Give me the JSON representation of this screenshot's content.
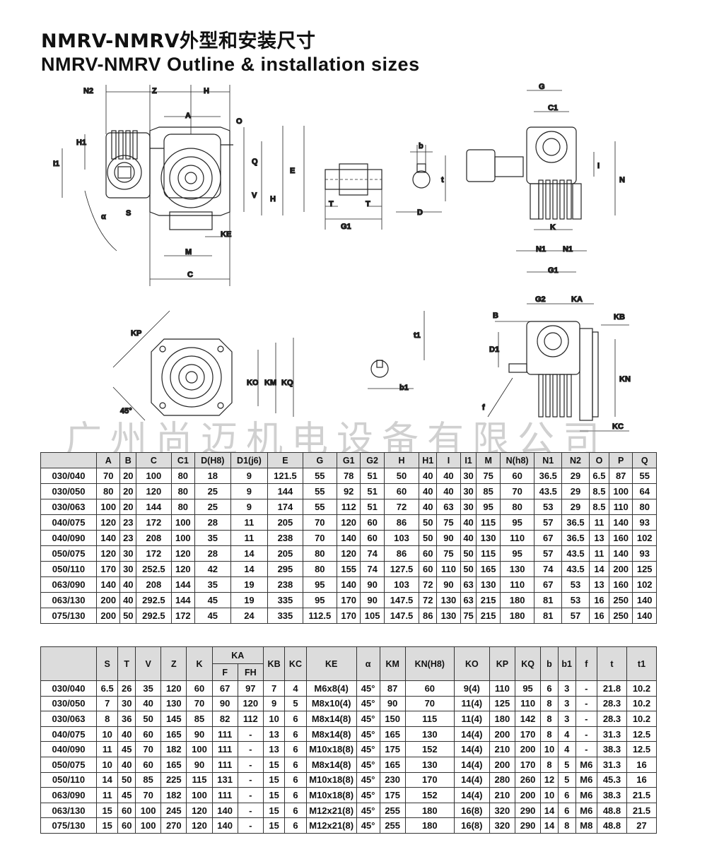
{
  "title": {
    "cn": "NMRV-NMRV外型和安装尺寸",
    "en": "NMRV-NMRV Outline & installation sizes"
  },
  "drawing_labels": {
    "N2": "N2",
    "Z": "Z",
    "H": "H",
    "A": "A",
    "O": "O",
    "H1": "H1",
    "I1": "I1",
    "Q": "Q",
    "E": "E",
    "V": "V",
    "H_side": "H",
    "S": "S",
    "alpha": "α",
    "KE": "KE",
    "M": "M",
    "C": "C",
    "T1": "T",
    "T2": "T",
    "G1_shaft": "G1",
    "b": "b",
    "t": "t",
    "D": "D",
    "G": "G",
    "C1": "C1",
    "I": "I",
    "N": "N",
    "K": "K",
    "N1a": "N1",
    "N1b": "N1",
    "G1_side": "G1",
    "KP": "KP",
    "deg45": "45°",
    "KO": "KO",
    "KM": "KM",
    "KQ": "KQ",
    "t1": "t1",
    "b1": "b1",
    "B": "B",
    "G2": "G2",
    "KA": "KA",
    "KB": "KB",
    "D1": "D1",
    "KN": "KN",
    "f": "f",
    "KC": "KC"
  },
  "watermark": "广州尚迈机电设备有限公司",
  "table1": {
    "headers": [
      "",
      "A",
      "B",
      "C",
      "C1",
      "D(H8)",
      "D1(j6)",
      "E",
      "G",
      "G1",
      "G2",
      "H",
      "H1",
      "I",
      "I1",
      "M",
      "N(h8)",
      "N1",
      "N2",
      "O",
      "P",
      "Q"
    ],
    "rows": [
      [
        "030/040",
        "70",
        "20",
        "100",
        "80",
        "18",
        "9",
        "121.5",
        "55",
        "78",
        "51",
        "50",
        "40",
        "40",
        "30",
        "75",
        "60",
        "36.5",
        "29",
        "6.5",
        "87",
        "55"
      ],
      [
        "030/050",
        "80",
        "20",
        "120",
        "80",
        "25",
        "9",
        "144",
        "55",
        "92",
        "51",
        "60",
        "40",
        "40",
        "30",
        "85",
        "70",
        "43.5",
        "29",
        "8.5",
        "100",
        "64"
      ],
      [
        "030/063",
        "100",
        "20",
        "144",
        "80",
        "25",
        "9",
        "174",
        "55",
        "112",
        "51",
        "72",
        "40",
        "63",
        "30",
        "95",
        "80",
        "53",
        "29",
        "8.5",
        "110",
        "80"
      ],
      [
        "040/075",
        "120",
        "23",
        "172",
        "100",
        "28",
        "11",
        "205",
        "70",
        "120",
        "60",
        "86",
        "50",
        "75",
        "40",
        "115",
        "95",
        "57",
        "36.5",
        "11",
        "140",
        "93"
      ],
      [
        "040/090",
        "140",
        "23",
        "208",
        "100",
        "35",
        "11",
        "238",
        "70",
        "140",
        "60",
        "103",
        "50",
        "90",
        "40",
        "130",
        "110",
        "67",
        "36.5",
        "13",
        "160",
        "102"
      ],
      [
        "050/075",
        "120",
        "30",
        "172",
        "120",
        "28",
        "14",
        "205",
        "80",
        "120",
        "74",
        "86",
        "60",
        "75",
        "50",
        "115",
        "95",
        "57",
        "43.5",
        "11",
        "140",
        "93"
      ],
      [
        "050/110",
        "170",
        "30",
        "252.5",
        "120",
        "42",
        "14",
        "295",
        "80",
        "155",
        "74",
        "127.5",
        "60",
        "110",
        "50",
        "165",
        "130",
        "74",
        "43.5",
        "14",
        "200",
        "125"
      ],
      [
        "063/090",
        "140",
        "40",
        "208",
        "144",
        "35",
        "19",
        "238",
        "95",
        "140",
        "90",
        "103",
        "72",
        "90",
        "63",
        "130",
        "110",
        "67",
        "53",
        "13",
        "160",
        "102"
      ],
      [
        "063/130",
        "200",
        "40",
        "292.5",
        "144",
        "45",
        "19",
        "335",
        "95",
        "170",
        "90",
        "147.5",
        "72",
        "130",
        "63",
        "215",
        "180",
        "81",
        "53",
        "16",
        "250",
        "140"
      ],
      [
        "075/130",
        "200",
        "50",
        "292.5",
        "172",
        "45",
        "24",
        "335",
        "112.5",
        "170",
        "105",
        "147.5",
        "86",
        "130",
        "75",
        "215",
        "180",
        "81",
        "57",
        "16",
        "250",
        "140"
      ]
    ]
  },
  "table2": {
    "headers_top": [
      "",
      "S",
      "T",
      "V",
      "Z",
      "K",
      "KA",
      "KB",
      "KC",
      "KE",
      "α",
      "KM",
      "KN(H8)",
      "KO",
      "KP",
      "KQ",
      "b",
      "b1",
      "f",
      "t",
      "t1"
    ],
    "headers_sub": [
      "F",
      "FH"
    ],
    "rows": [
      [
        "030/040",
        "6.5",
        "26",
        "35",
        "120",
        "60",
        "67",
        "97",
        "7",
        "4",
        "M6x8(4)",
        "45°",
        "87",
        "60",
        "9(4)",
        "110",
        "95",
        "6",
        "3",
        "-",
        "21.8",
        "10.2"
      ],
      [
        "030/050",
        "7",
        "30",
        "40",
        "130",
        "70",
        "90",
        "120",
        "9",
        "5",
        "M8x10(4)",
        "45°",
        "90",
        "70",
        "11(4)",
        "125",
        "110",
        "8",
        "3",
        "-",
        "28.3",
        "10.2"
      ],
      [
        "030/063",
        "8",
        "36",
        "50",
        "145",
        "85",
        "82",
        "112",
        "10",
        "6",
        "M8x14(8)",
        "45°",
        "150",
        "115",
        "11(4)",
        "180",
        "142",
        "8",
        "3",
        "-",
        "28.3",
        "10.2"
      ],
      [
        "040/075",
        "10",
        "40",
        "60",
        "165",
        "90",
        "111",
        "-",
        "13",
        "6",
        "M8x14(8)",
        "45°",
        "165",
        "130",
        "14(4)",
        "200",
        "170",
        "8",
        "4",
        "-",
        "31.3",
        "12.5"
      ],
      [
        "040/090",
        "11",
        "45",
        "70",
        "182",
        "100",
        "111",
        "-",
        "13",
        "6",
        "M10x18(8)",
        "45°",
        "175",
        "152",
        "14(4)",
        "210",
        "200",
        "10",
        "4",
        "-",
        "38.3",
        "12.5"
      ],
      [
        "050/075",
        "10",
        "40",
        "60",
        "165",
        "90",
        "111",
        "-",
        "15",
        "6",
        "M8x14(8)",
        "45°",
        "165",
        "130",
        "14(4)",
        "200",
        "170",
        "8",
        "5",
        "M6",
        "31.3",
        "16"
      ],
      [
        "050/110",
        "14",
        "50",
        "85",
        "225",
        "115",
        "131",
        "-",
        "15",
        "6",
        "M10x18(8)",
        "45°",
        "230",
        "170",
        "14(4)",
        "280",
        "260",
        "12",
        "5",
        "M6",
        "45.3",
        "16"
      ],
      [
        "063/090",
        "11",
        "45",
        "70",
        "182",
        "100",
        "111",
        "-",
        "15",
        "6",
        "M10x18(8)",
        "45°",
        "175",
        "152",
        "14(4)",
        "210",
        "200",
        "10",
        "6",
        "M6",
        "38.3",
        "21.5"
      ],
      [
        "063/130",
        "15",
        "60",
        "100",
        "245",
        "120",
        "140",
        "-",
        "15",
        "6",
        "M12x21(8)",
        "45°",
        "255",
        "180",
        "16(8)",
        "320",
        "290",
        "14",
        "6",
        "M6",
        "48.8",
        "21.5"
      ],
      [
        "075/130",
        "15",
        "60",
        "100",
        "270",
        "120",
        "140",
        "-",
        "15",
        "6",
        "M12x21(8)",
        "45°",
        "255",
        "180",
        "16(8)",
        "320",
        "290",
        "14",
        "8",
        "M8",
        "48.8",
        "27"
      ]
    ]
  }
}
